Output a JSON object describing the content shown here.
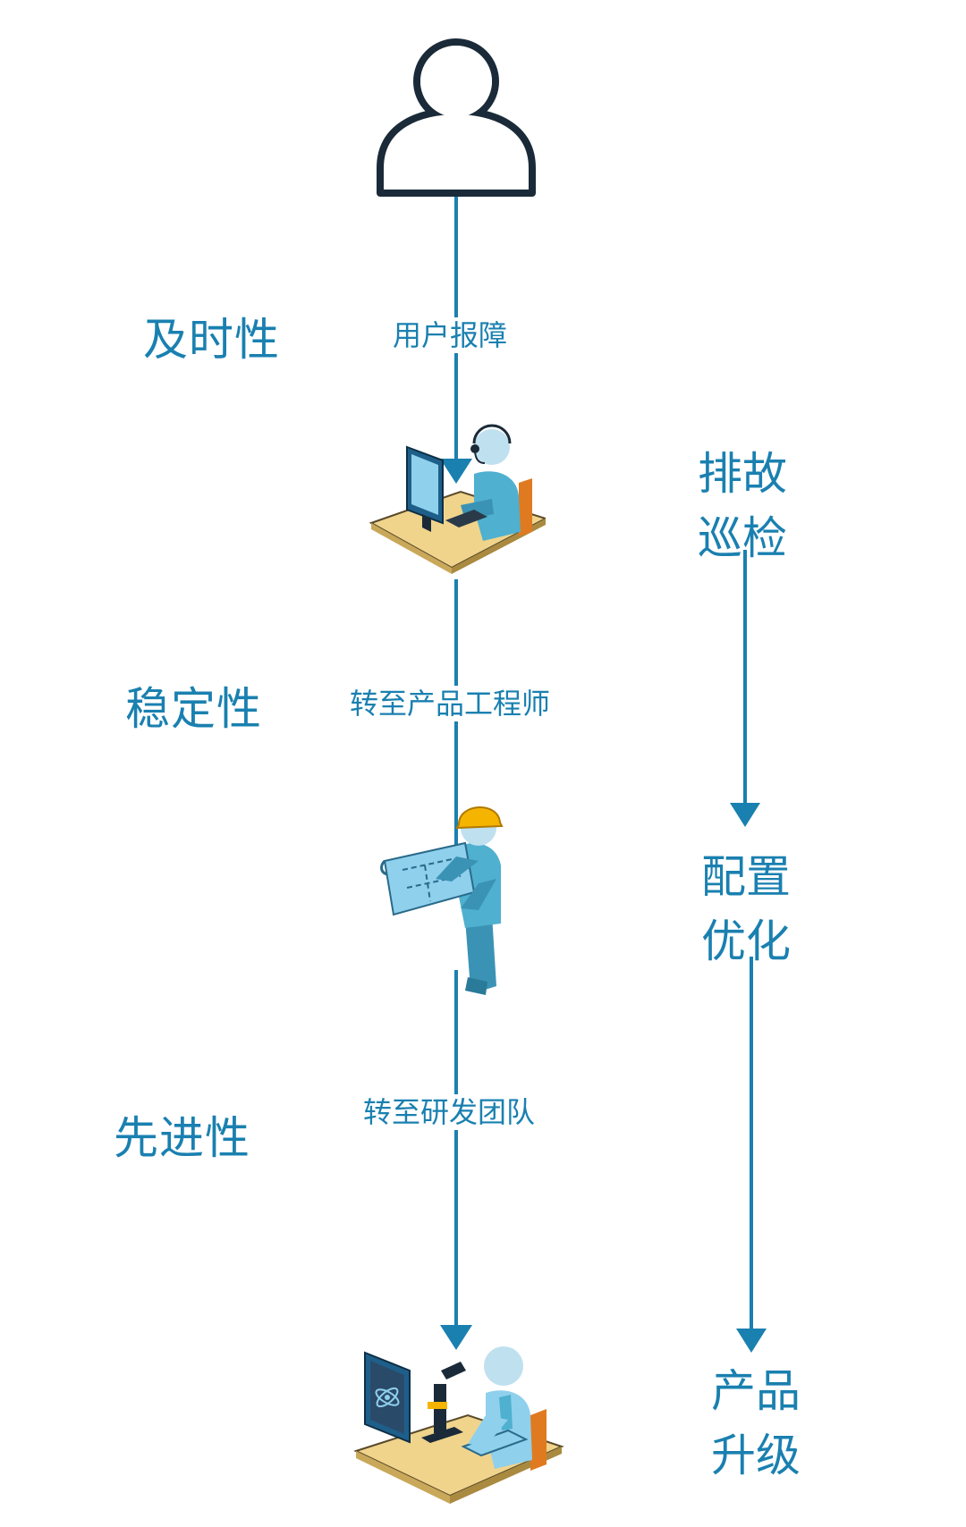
{
  "main_flow": {
    "steps": [
      "用户报障",
      "转至产品工程师",
      "转至研发团队"
    ],
    "properties": [
      "及时性",
      "稳定性",
      "先进性"
    ]
  },
  "side_flow": {
    "blocks": [
      [
        "排故",
        "巡检"
      ],
      [
        "配置",
        "优化"
      ],
      [
        "产品",
        "升级"
      ]
    ]
  },
  "icons": [
    "user-icon",
    "support-agent-icon",
    "engineer-with-blueprint-icon",
    "researcher-with-microscope-icon"
  ],
  "colors": {
    "accent": "#1a80b0",
    "outline": "#1a2a38",
    "desk": "#f0d48c",
    "figure": "#4fb0cf",
    "helmet": "#f5b400"
  }
}
